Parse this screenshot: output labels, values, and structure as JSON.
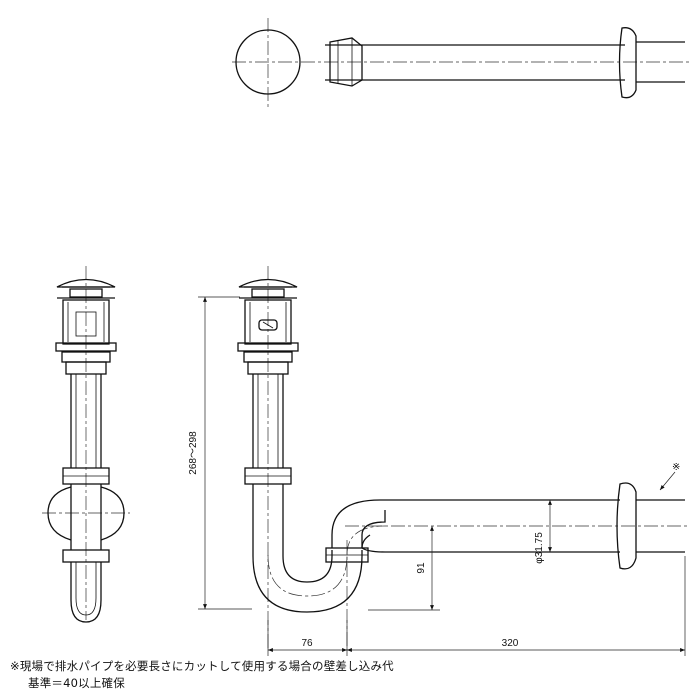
{
  "dimensions": {
    "height_range": "268～298",
    "trap_depth": "91",
    "pipe_diameter": "φ31.75",
    "trap_offset": "76",
    "wall_pipe_length": "320",
    "mark": "※"
  },
  "notes": {
    "line1": "※現場で排水パイプを必要長さにカットして使用する場合の壁差し込み代",
    "line2": "基準＝40以上確保"
  }
}
